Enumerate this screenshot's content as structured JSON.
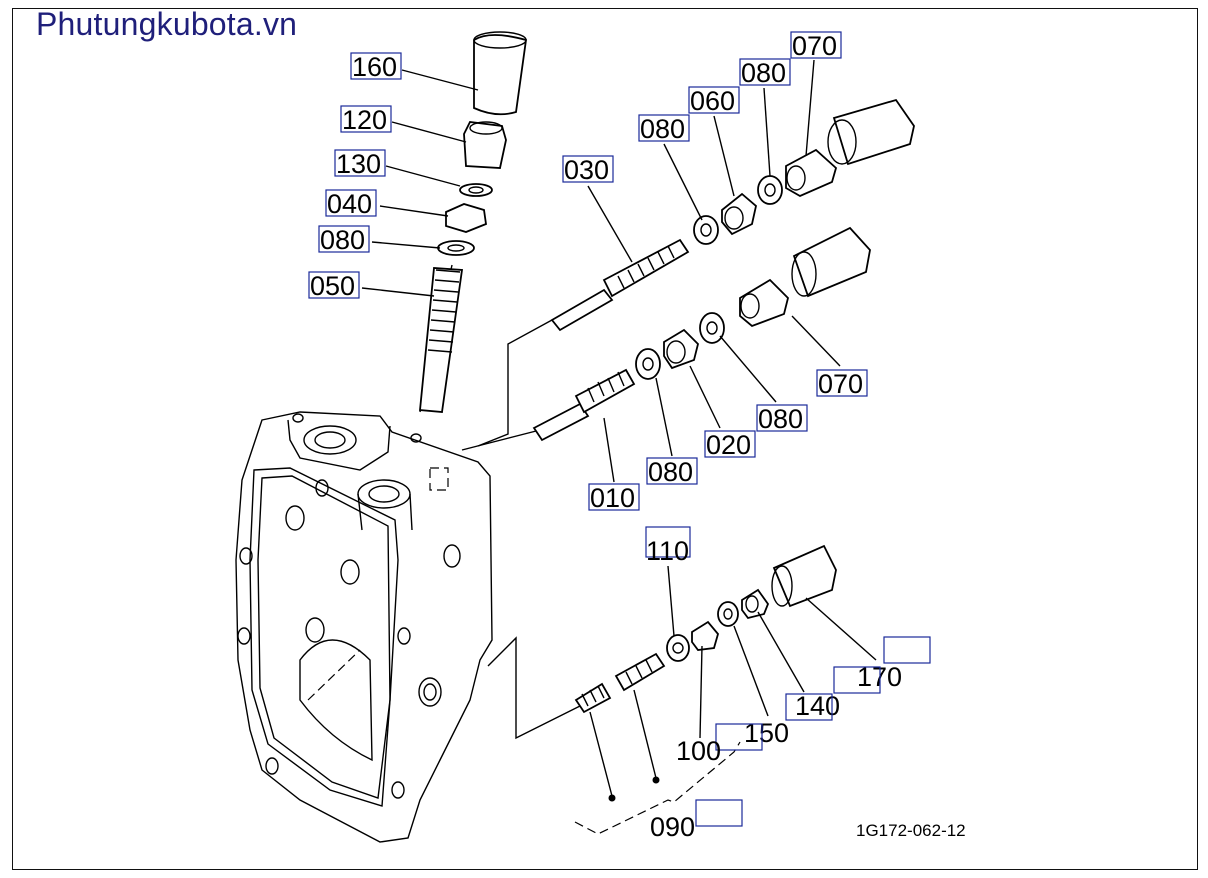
{
  "watermark": "Phutungkubota.vn",
  "drawing_code": "1G172-062-12",
  "callouts": [
    {
      "id": "c160",
      "label": "160"
    },
    {
      "id": "c120",
      "label": "120"
    },
    {
      "id": "c130",
      "label": "130"
    },
    {
      "id": "c040",
      "label": "040"
    },
    {
      "id": "c080a",
      "label": "080"
    },
    {
      "id": "c050",
      "label": "050"
    },
    {
      "id": "c030",
      "label": "030"
    },
    {
      "id": "c080b",
      "label": "080"
    },
    {
      "id": "c060",
      "label": "060"
    },
    {
      "id": "c080c",
      "label": "080"
    },
    {
      "id": "c070a",
      "label": "070"
    },
    {
      "id": "c070b",
      "label": "070"
    },
    {
      "id": "c080d",
      "label": "080"
    },
    {
      "id": "c020",
      "label": "020"
    },
    {
      "id": "c080e",
      "label": "080"
    },
    {
      "id": "c010",
      "label": "010"
    },
    {
      "id": "c110",
      "label": "110"
    },
    {
      "id": "c170",
      "label": "170"
    },
    {
      "id": "c140",
      "label": "140"
    },
    {
      "id": "c150",
      "label": "150"
    },
    {
      "id": "c100",
      "label": "100"
    },
    {
      "id": "c090",
      "label": "090"
    }
  ]
}
